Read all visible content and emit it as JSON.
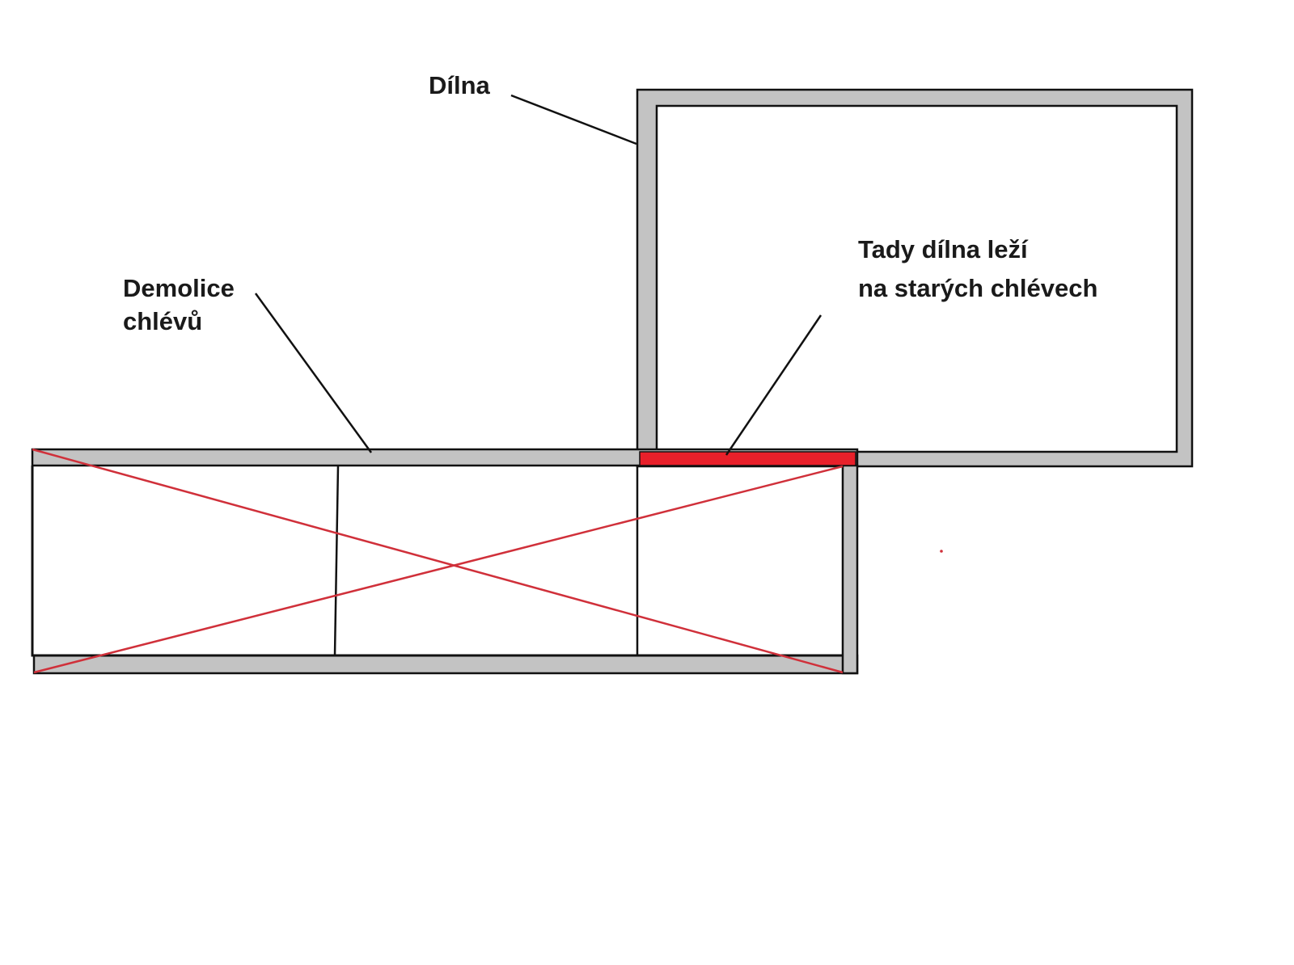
{
  "labels": {
    "workshop": "Dílna",
    "demolition_line1": "Demolice",
    "demolition_line2": "chlévů",
    "overlap_line1": "Tady dílna leží",
    "overlap_line2": "na starých chlévech"
  },
  "colors": {
    "wall_fill": "#c3c3c3",
    "wall_outline": "#111111",
    "overlap_highlight": "#e8202a",
    "cross_out": "#d0303a",
    "leader_line": "#111111",
    "background": "#ffffff"
  }
}
